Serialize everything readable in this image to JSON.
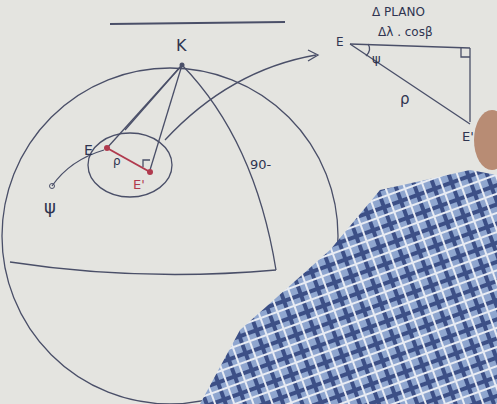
{
  "diagram": {
    "labels": [
      "K",
      "E",
      "ρ",
      "E'",
      "ψ",
      "90-",
      "Δ PLANO",
      "E",
      "Δλ . cosβ",
      "ψ",
      "ρ",
      "E'"
    ]
  }
}
